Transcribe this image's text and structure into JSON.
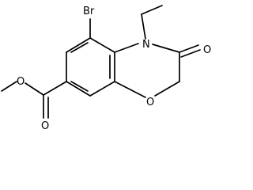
{
  "molecule": {
    "atoms": {
      "br": "Br",
      "n": "N",
      "o_ketone": "O",
      "o_ring": "O",
      "o_ester_single": "O",
      "o_ester_double": "O"
    }
  }
}
